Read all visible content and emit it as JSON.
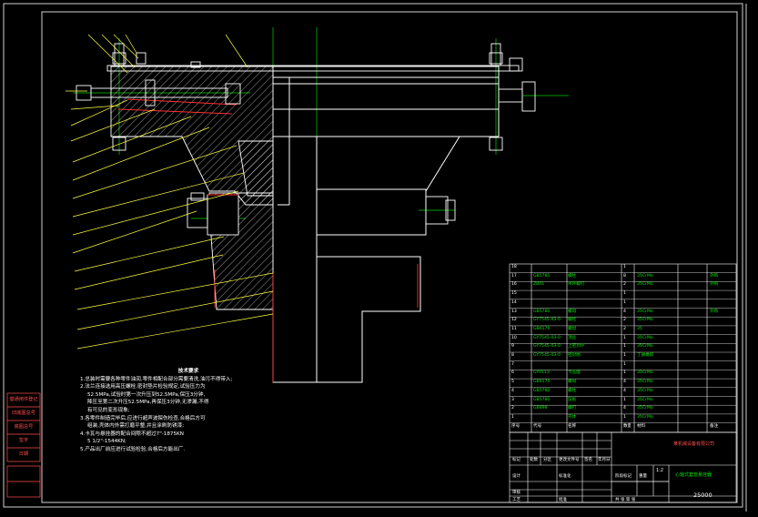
{
  "note": {
    "title": "技术要求",
    "lines": [
      "1.总装时需要各种零件油润,零件相配合部分需要清洗,油污不得带入;",
      "2.法兰连接选用高压螺栓,密封垫片检验规定,试验压力为",
      "  52.5MPa,试验时第一次升压到52.5MPa,保压3分钟,",
      "  降压至第二次升压52.5MPa,再保压3分钟,无渗漏,不得",
      "  有可见的变形现象;",
      "3.各零件制造完毕后,应进行超声波探伤检查,合格后方可",
      "  组装,壳体内外需打磨平整,并且涂刷防锈漆;",
      "4.卡瓦与悬挂器的配合间隙不超过7\"-1875KN",
      "  5 1/2\"-1544KN;",
      "5.产品出厂前应进行试验检验,合格后方能出厂."
    ]
  },
  "side_labels": [
    "借通用件登记",
    "旧底图总号",
    "底图总号",
    "签字",
    "日期"
  ],
  "bom": {
    "rows": [
      {
        "no": "18",
        "code": "",
        "name": "",
        "qty": "1",
        "mat": "",
        "note": ""
      },
      {
        "no": "17",
        "code": "GB5781",
        "name": "螺栓",
        "qty": "8",
        "mat": "35CrMo",
        "note": "外购"
      },
      {
        "no": "16",
        "code": "ZB01",
        "name": "吊环螺钉",
        "qty": "2",
        "mat": "35CrMo",
        "note": "外购"
      },
      {
        "no": "15",
        "code": "",
        "name": "",
        "qty": "1",
        "mat": "",
        "note": ""
      },
      {
        "no": "14",
        "code": "",
        "name": "",
        "qty": "1",
        "mat": "",
        "note": ""
      },
      {
        "no": "13",
        "code": "GB5781",
        "name": "螺母",
        "qty": "4",
        "mat": "35CrMo",
        "note": "外购"
      },
      {
        "no": "12",
        "code": "GY7545-03-07",
        "name": "螺栓",
        "qty": "2",
        "mat": "35CrMo",
        "note": ""
      },
      {
        "no": "11",
        "code": "GB6170",
        "name": "螺母",
        "qty": "2",
        "mat": "35",
        "note": ""
      },
      {
        "no": "10",
        "code": "GY7545-03-06",
        "name": "顶丝",
        "qty": "1",
        "mat": "35CrMo",
        "note": ""
      },
      {
        "no": "9",
        "code": "GY7545-03-05",
        "name": "上密封环",
        "qty": "1",
        "mat": "35CrMo",
        "note": ""
      },
      {
        "no": "8",
        "code": "GY7545-03-04",
        "name": "密封圈",
        "qty": "1",
        "mat": "丁腈橡胶",
        "note": ""
      },
      {
        "no": "7",
        "code": "",
        "name": "",
        "qty": "1",
        "mat": "",
        "note": ""
      },
      {
        "no": "6",
        "code": "GY0113",
        "name": "卡瓦座",
        "qty": "1",
        "mat": "35CrMo",
        "note": ""
      },
      {
        "no": "5",
        "code": "GB6170",
        "name": "螺母",
        "qty": "4",
        "mat": "35CrMo",
        "note": ""
      },
      {
        "no": "4",
        "code": "GB5782",
        "name": "螺柱",
        "qty": "4",
        "mat": "35CrMo",
        "note": ""
      },
      {
        "no": "3",
        "code": "GB5781",
        "name": "压板",
        "qty": "1",
        "mat": "35CrMo",
        "note": ""
      },
      {
        "no": "2",
        "code": "GB898",
        "name": "螺钉",
        "qty": "4",
        "mat": "35CrMo",
        "note": ""
      },
      {
        "no": "1",
        "code": "",
        "name": "壳体",
        "qty": "1",
        "mat": "35CrMo",
        "note": ""
      }
    ],
    "header": {
      "no": "序号",
      "code": "代号",
      "name": "名称",
      "qty": "数量",
      "mat": "材料",
      "note": "备注"
    }
  },
  "title_block": {
    "company": "某机械设备有限公司",
    "drawing_name": "心轴式套管悬挂器",
    "drawing_no": "25000",
    "scale": "1:2",
    "labels": {
      "mark": "标记",
      "count": "处数",
      "zone": "分区",
      "change_doc": "更改文件号",
      "sign": "签名",
      "date": "年月日",
      "design": "设计",
      "standardize": "标准化",
      "stage_mark": "阶段标记",
      "weight": "重量",
      "scale_label": "比例",
      "check": "审核",
      "process": "工艺",
      "approve": "批准",
      "sheets": "共 张 第 张"
    }
  },
  "colors": {
    "red": "#ff3030",
    "green": "#00e000",
    "white": "#ffffff",
    "yellow": "#ffff40",
    "cyan": "#00c8c8",
    "border": "#c8c8c8"
  }
}
